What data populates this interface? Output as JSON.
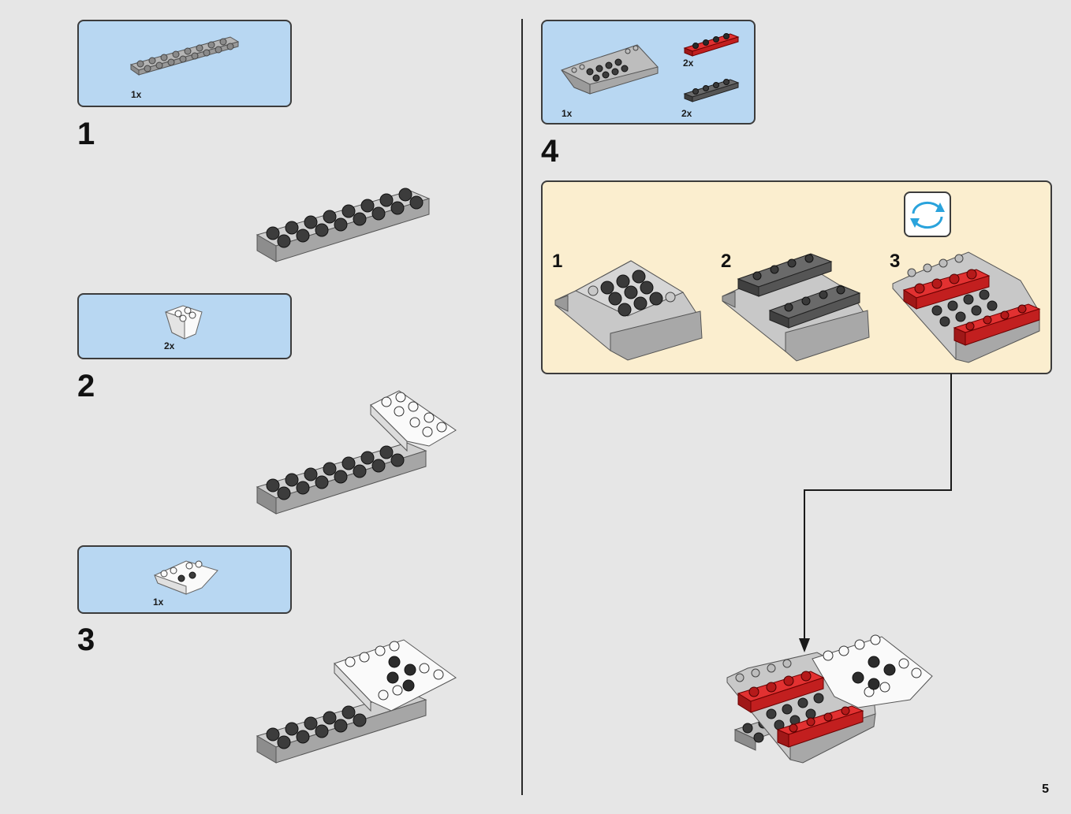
{
  "page": {
    "number": "5"
  },
  "steps": [
    {
      "number": "1",
      "parts": [
        {
          "qty": "1x",
          "name": "gray-plate-2x8"
        }
      ]
    },
    {
      "number": "2",
      "parts": [
        {
          "qty": "2x",
          "name": "white-inverted-slope"
        }
      ]
    },
    {
      "number": "3",
      "parts": [
        {
          "qty": "1x",
          "name": "white-inverted-slope-double"
        }
      ]
    },
    {
      "number": "4",
      "parts": [
        {
          "qty": "1x",
          "name": "gray-inverted-slope-base"
        },
        {
          "qty": "2x",
          "name": "red-plate-1x4"
        },
        {
          "qty": "2x",
          "name": "dark-gray-plate-1x4"
        }
      ],
      "substeps": [
        {
          "number": "1"
        },
        {
          "number": "2"
        },
        {
          "number": "3"
        }
      ],
      "rotate_icon": "rotate-model-icon"
    }
  ],
  "colors": {
    "parts_box": "#b8d7f2",
    "subassembly_box": "#fbeecf",
    "gray": "#a6a6a6",
    "dark_gray": "#5e5e5e",
    "red": "#d61f1f",
    "white": "#fafafa",
    "rotate_icon": "#2aa3dc"
  }
}
